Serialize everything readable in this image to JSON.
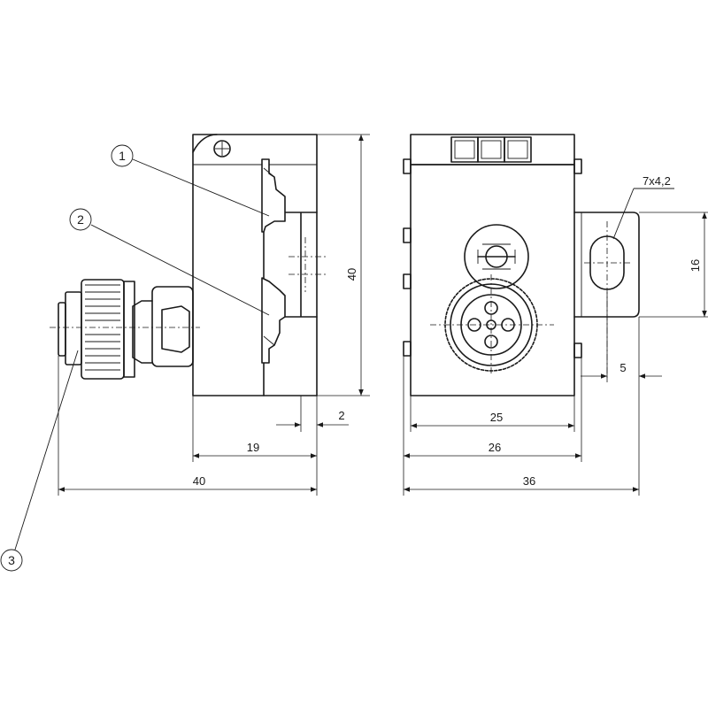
{
  "callouts": {
    "c1": "1",
    "c2": "2",
    "c3": "3"
  },
  "dimensions": {
    "side_height": "40",
    "side_depth": "19",
    "side_step": "2",
    "side_total_length": "40",
    "front_inner_width": "25",
    "front_body_width": "26",
    "front_total_width": "36",
    "bracket_height": "16",
    "bracket_offset": "5",
    "slot_size": "7x4,2"
  }
}
